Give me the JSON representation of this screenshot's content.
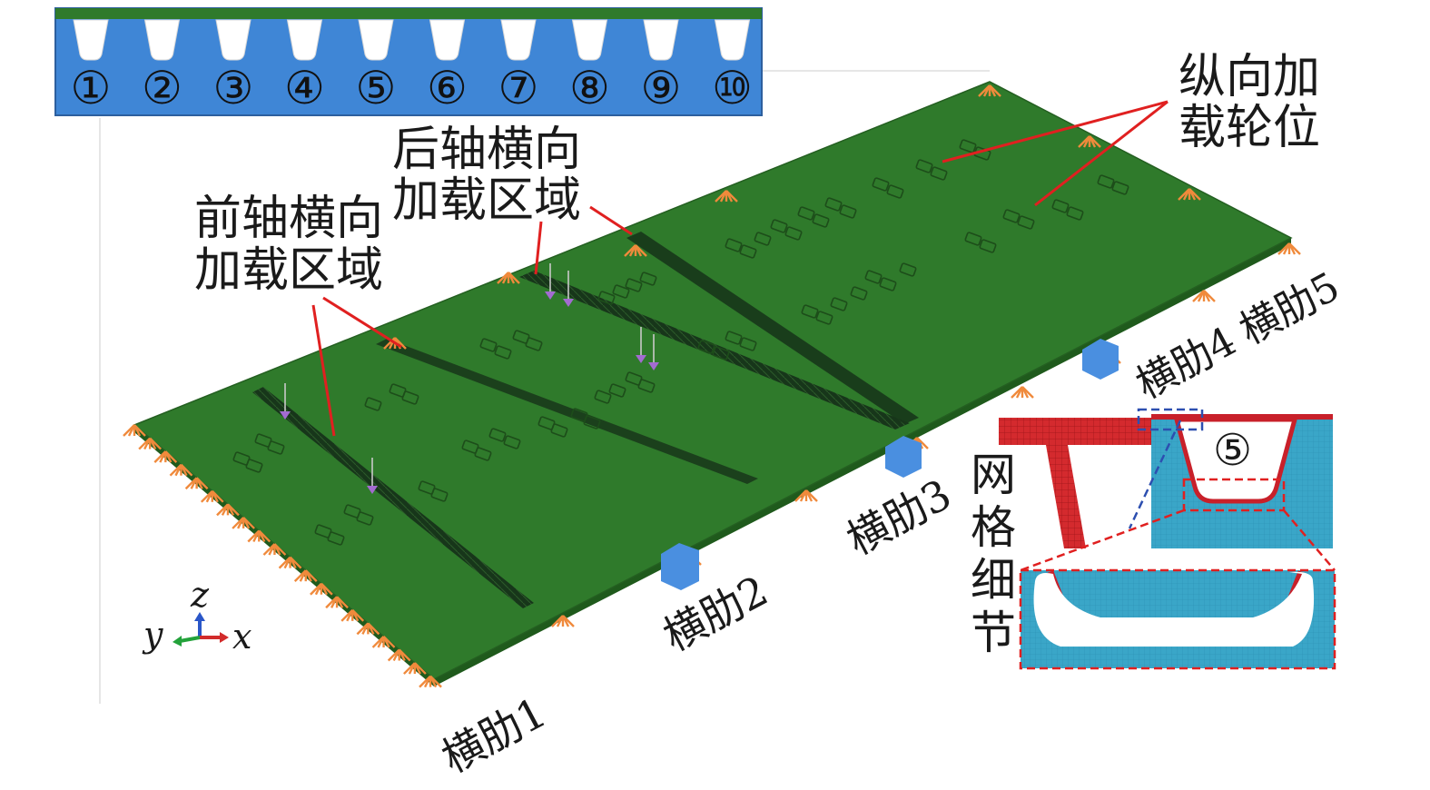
{
  "figure": {
    "colors": {
      "deck_green": "#2f7a2b",
      "deck_edge": "#1f5a1c",
      "strip_dark": "#17361a",
      "tire_outline": "#1d4d1a",
      "leader_red": "#e02020",
      "blue_panel": "#3f86d6",
      "mesh_blue": "#3aa6c8",
      "rib_red": "#c8202a",
      "support_orange": "#f08a3c",
      "support_blue": "#4a8fe0",
      "load_arrow": "#a36bd1"
    },
    "lane_numbers": [
      "①",
      "②",
      "③",
      "④",
      "⑤",
      "⑥",
      "⑦",
      "⑧",
      "⑨",
      "⑩"
    ],
    "labels": {
      "front_axle_line1": "前轴横向",
      "front_axle_line2": "加载区域",
      "rear_axle_line1": "后轴横向",
      "rear_axle_line2": "加载区域",
      "longitudinal_line1": "纵向加",
      "longitudinal_line2": "载轮位",
      "rib1": "横肋1",
      "rib2": "横肋2",
      "rib3": "横肋3",
      "rib4": "横肋4",
      "rib5": "横肋5",
      "mesh_detail_chars": [
        "网",
        "格",
        "细",
        "节"
      ],
      "inset_lane_number": "⑤"
    },
    "axes": {
      "z": "z",
      "y": "y",
      "x": "x"
    }
  }
}
